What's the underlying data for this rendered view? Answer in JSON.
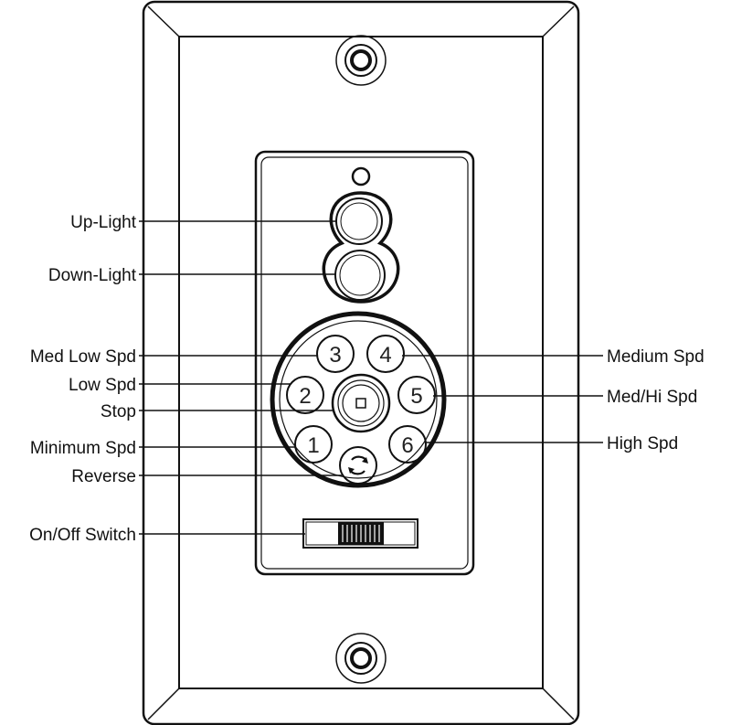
{
  "labels": {
    "up_light": "Up-Light",
    "down_light": "Down-Light",
    "med_low_spd": "Med Low Spd",
    "low_spd": "Low Spd",
    "stop": "Stop",
    "minimum_spd": "Minimum Spd",
    "reverse": "Reverse",
    "on_off_switch": "On/Off Switch",
    "medium_spd": "Medium Spd",
    "med_hi_spd": "Med/Hi Spd",
    "high_spd": "High Spd"
  },
  "buttons": {
    "b1": "1",
    "b2": "2",
    "b3": "3",
    "b4": "4",
    "b5": "5",
    "b6": "6"
  },
  "colors": {
    "line": "#111111",
    "background": "#ffffff"
  }
}
